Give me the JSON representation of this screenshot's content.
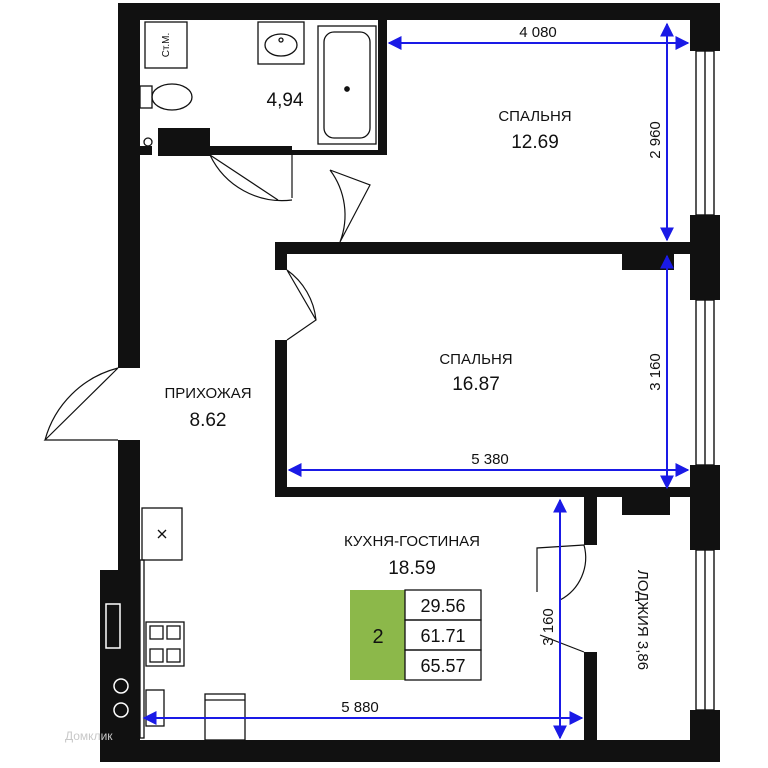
{
  "colors": {
    "wall": "#111111",
    "dimension": "#1a1ae6",
    "badge": "#8cb84a",
    "watermark": "#c8c8c8"
  },
  "rooms": {
    "bath": {
      "area": "4,94",
      "toilet_label": "Ст.М."
    },
    "bedroom1": {
      "name": "СПАЛЬНЯ",
      "area": "12.69"
    },
    "bedroom2": {
      "name": "СПАЛЬНЯ",
      "area": "16.87"
    },
    "hall": {
      "name": "ПРИХОЖАЯ",
      "area": "8.62"
    },
    "kitchen": {
      "name": "КУХНЯ-ГОСТИНАЯ",
      "area": "18.59"
    },
    "loggia": {
      "name": "ЛОДЖИЯ 3,86"
    }
  },
  "dimensions": {
    "top_width": "4 080",
    "bed1_height": "2 960",
    "bed2_height": "3 160",
    "bed2_width": "5 380",
    "kitchen_height": "3 160",
    "kitchen_width": "5 880"
  },
  "summary": {
    "rooms_count": "2",
    "living_area": "29.56",
    "total_area": "61.71",
    "total_with_loggia": "65.57"
  },
  "watermark": "Домклик"
}
